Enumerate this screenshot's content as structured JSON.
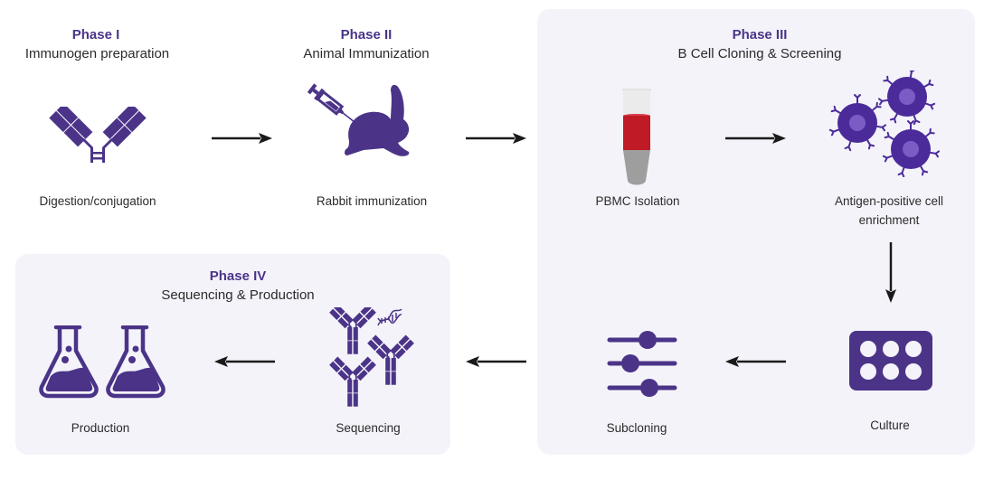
{
  "colors": {
    "primary": "#4b3488",
    "panel_bg": "#f4f3fa",
    "blood_red": "#c01a24",
    "tube_gray": "#9e9e9e",
    "cell_nucleus": "#7b5cc4",
    "arrow": "#1a1a1a"
  },
  "phases": [
    {
      "title": "Phase I",
      "subtitle": "Immunogen preparation"
    },
    {
      "title": "Phase II",
      "subtitle": "Animal Immunization"
    },
    {
      "title": "Phase III",
      "subtitle": "B Cell Cloning & Screening"
    },
    {
      "title": "Phase IV",
      "subtitle": "Sequencing & Production"
    }
  ],
  "steps": {
    "digestion": {
      "label": "Digestion/conjugation",
      "icon": "antibody-icon"
    },
    "rabbit": {
      "label": "Rabbit immunization",
      "icon": "rabbit-syringe-icon"
    },
    "pbmc": {
      "label": "PBMC Isolation",
      "icon": "test-tube-icon"
    },
    "antigen": {
      "label_line1": "Antigen-positive cell",
      "label_line2": "enrichment",
      "icon": "b-cells-icon"
    },
    "culture": {
      "label": "Culture",
      "icon": "well-plate-icon"
    },
    "subcloning": {
      "label": "Subcloning",
      "icon": "sliders-icon"
    },
    "sequencing": {
      "label": "Sequencing",
      "icon": "antibodies-dna-icon"
    },
    "production": {
      "label": "Production",
      "icon": "flasks-icon"
    }
  }
}
